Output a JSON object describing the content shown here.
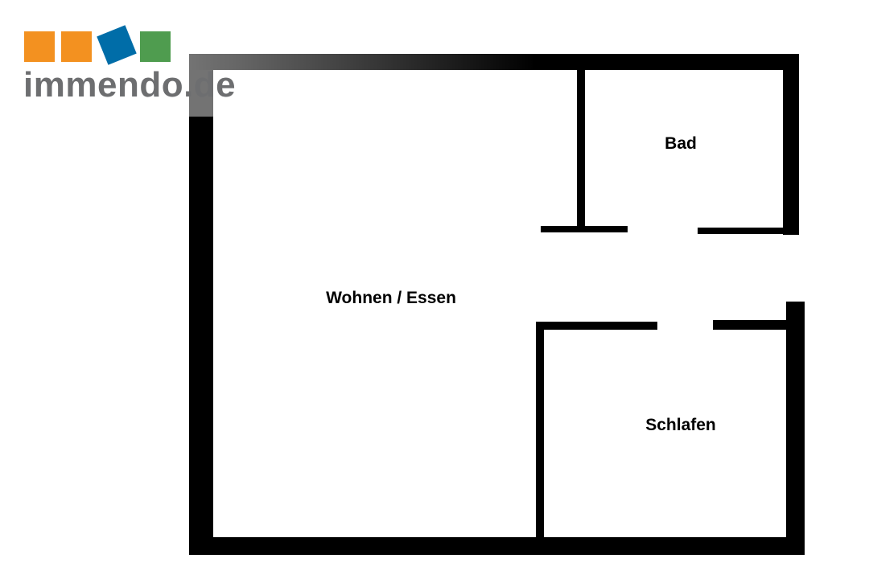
{
  "logo": {
    "text": "immendo.de",
    "colors": {
      "orange": "#f39120",
      "blue": "#006da8",
      "green": "#4f9c4f",
      "text": "#6d6e70"
    }
  },
  "floorplan": {
    "rooms": [
      {
        "name": "Bad"
      },
      {
        "name": "Wohnen / Essen"
      },
      {
        "name": "Schlafen"
      }
    ]
  }
}
